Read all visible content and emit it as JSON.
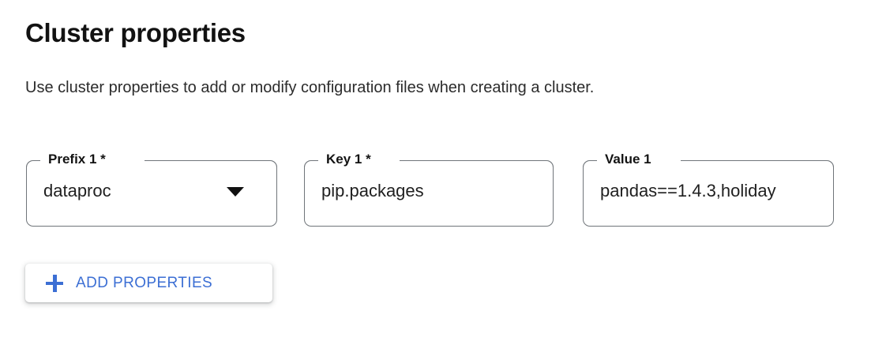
{
  "section": {
    "title": "Cluster properties",
    "description": "Use cluster properties to add or modify configuration files when creating a cluster."
  },
  "fields": [
    {
      "name": "prefix",
      "label": "Prefix 1 *",
      "value": "dataproc",
      "type": "select",
      "required": true,
      "icon": "chevron-down-icon"
    },
    {
      "name": "key",
      "label": "Key 1 *",
      "value": "pip.packages",
      "type": "text",
      "required": true
    },
    {
      "name": "value",
      "label": "Value 1",
      "value": "pandas==1.4.3,holiday",
      "type": "text",
      "required": false
    }
  ],
  "buttons": {
    "add_properties": {
      "label": "ADD PROPERTIES",
      "icon": "plus-icon"
    }
  },
  "colors": {
    "accent_blue": "#3c6fd4",
    "field_border": "#70757a",
    "text_primary": "#202124",
    "background": "#ffffff"
  }
}
